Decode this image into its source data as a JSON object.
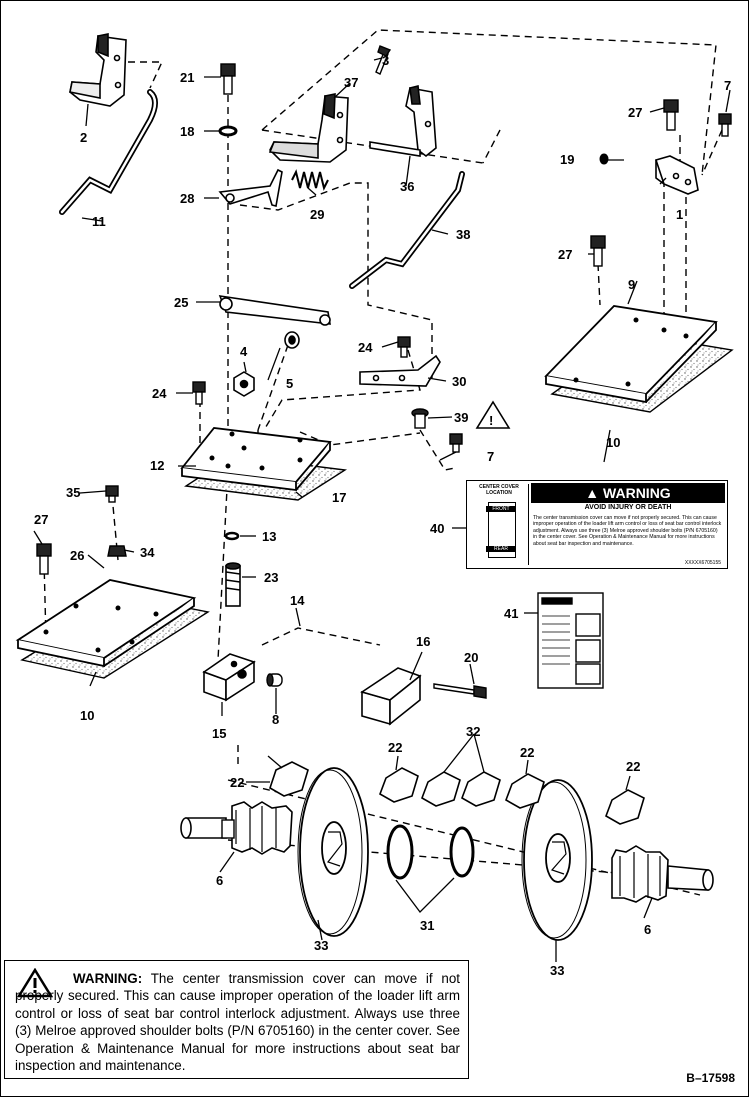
{
  "callouts": {
    "c1": "1",
    "c2": "2",
    "c3": "3",
    "c4": "4",
    "c5": "5",
    "c6a": "6",
    "c6b": "6",
    "c7a": "7",
    "c7b": "7",
    "c8": "8",
    "c9": "9",
    "c10a": "10",
    "c10b": "10",
    "c11": "11",
    "c12": "12",
    "c13": "13",
    "c14": "14",
    "c15": "15",
    "c16": "16",
    "c17": "17",
    "c18": "18",
    "c19": "19",
    "c20": "20",
    "c21": "21",
    "c22a": "22",
    "c22b": "22",
    "c22c": "22",
    "c22d": "22",
    "c23": "23",
    "c24a": "24",
    "c24b": "24",
    "c25": "25",
    "c26": "26",
    "c27a": "27",
    "c27b": "27",
    "c27c": "27",
    "c28": "28",
    "c29": "29",
    "c30": "30",
    "c31": "31",
    "c32": "32",
    "c33a": "33",
    "c33b": "33",
    "c34": "34",
    "c35": "35",
    "c36": "36",
    "c37": "37",
    "c38": "38",
    "c39": "39",
    "c40": "40",
    "c41": "41"
  },
  "decal": {
    "heading": "WARNING",
    "subheading": "AVOID INJURY OR DEATH",
    "body": "The center transmission cover can move if not properly secured. This can cause improper operation of the loader lift arm control or loss of seat bar control interlock adjustment. Always use three (3) Melroe approved shoulder bolts (P/N 6705160) in the center cover. See Operation & Maintenance Manual for more instructions about seat bar inspection and maintenance.",
    "cover_location": "CENTER COVER LOCATION",
    "front": "FRONT",
    "rear": "REAR",
    "code": "XXXXX6705155"
  },
  "warning": {
    "label": "WARNING:",
    "text": "The center transmission cover can move if not properly secured. This can cause improper operation of the loader lift arm control or loss of seat bar control interlock adjustment. Always use three (3) Melroe approved shoulder bolts (P/N 6705160) in the center cover. See Operation & Maintenance Manual for more instructions about seat bar inspection and maintenance."
  },
  "figure_ref": "B–17598"
}
